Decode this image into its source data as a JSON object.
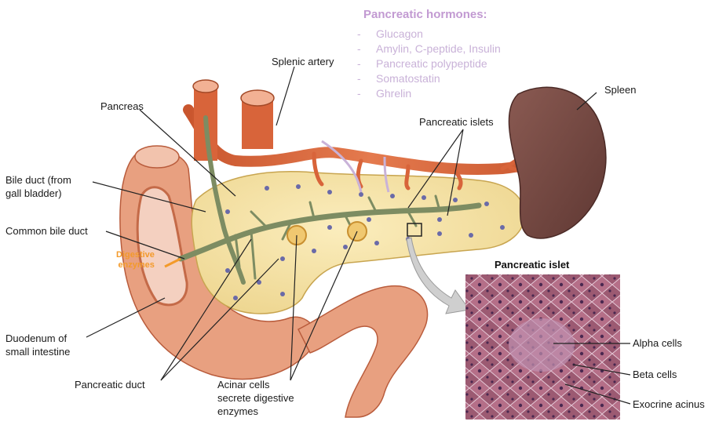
{
  "hormones": {
    "title": "Pancreatic hormones:",
    "items": [
      "Glucagon",
      "Amylin, C-peptide, Insulin",
      "Pancreatic polypeptide",
      "Somatostatin",
      "Ghrelin"
    ]
  },
  "labels": {
    "splenic_artery": "Splenic artery",
    "spleen": "Spleen",
    "pancreas": "Pancreas",
    "pancreatic_islets": "Pancreatic islets",
    "bile_duct_1": "Bile duct (from",
    "bile_duct_2": "gall bladder)",
    "common_bile_duct": "Common bile duct",
    "digestive_1": "Digestive",
    "digestive_2": "enzymes",
    "duodenum_1": "Duodenum of",
    "duodenum_2": "small intestine",
    "pancreatic_duct": "Pancreatic duct",
    "acinar_1": "Acinar cells",
    "acinar_2": "secrete digestive",
    "acinar_3": "enzymes",
    "micro_title": "Pancreatic islet",
    "alpha_cells": "Alpha cells",
    "beta_cells": "Beta cells",
    "exocrine_acinus": "Exocrine acinus"
  },
  "colors": {
    "pancreas": "#f3dc9a",
    "artery": "#d8643a",
    "duodenum": "#e8a080",
    "spleen": "#7a4a44",
    "duct": "#7d8c62",
    "hormone_text": "#c9b2d8",
    "enzyme_text": "#f39a2a"
  }
}
